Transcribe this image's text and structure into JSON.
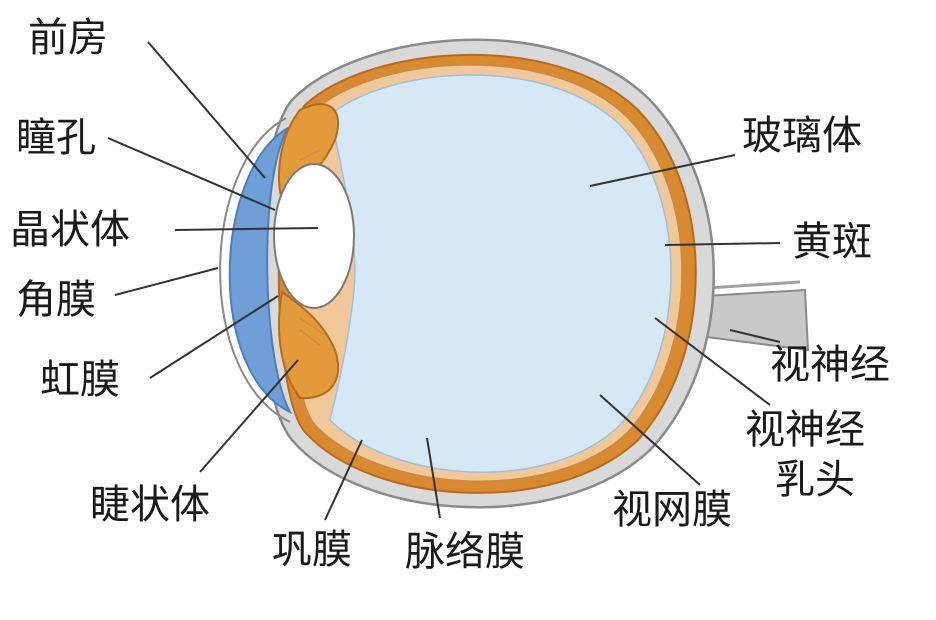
{
  "labels": {
    "anterior_chamber": "前房",
    "pupil": "瞳孔",
    "lens": "晶状体",
    "cornea": "角膜",
    "iris": "虹膜",
    "ciliary_body": "睫状体",
    "sclera": "巩膜",
    "choroid": "脉络膜",
    "retina": "视网膜",
    "optic_disc_line1": "视神经",
    "optic_disc_line2": "乳头",
    "optic_nerve": "视神经",
    "macula": "黄斑",
    "vitreous_body": "玻璃体"
  },
  "colors": {
    "sclera": "#d9d9d9",
    "outline": "#8a8a8a",
    "choroid": "#d9892f",
    "choroid_dark": "#b86a1e",
    "retina": "#f1c89a",
    "vitreous": "#d6e8f5",
    "cornea": "#6f9fd6",
    "ciliary": "#e29a3a",
    "lens": "#ffffff",
    "optic_nerve": "#c9c9c9",
    "leader": "#333333"
  }
}
